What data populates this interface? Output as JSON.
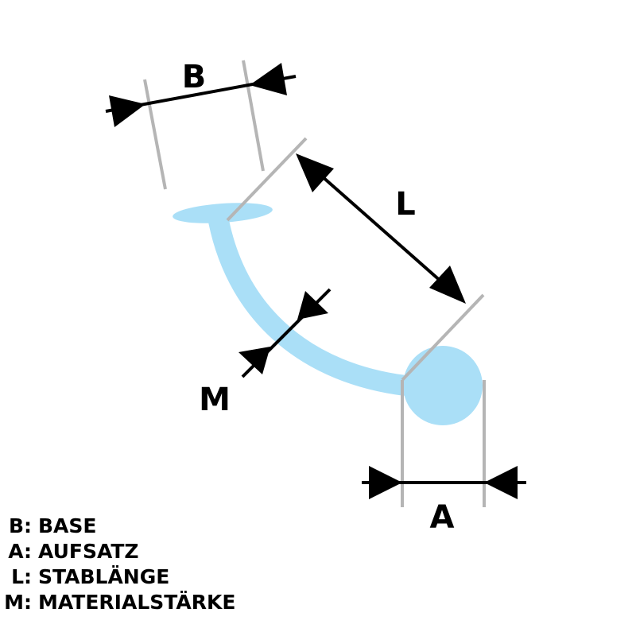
{
  "colors": {
    "piercing": "#aadff7",
    "extension_line": "#b5b5b5",
    "dimension_line": "#000000"
  },
  "dimensions": {
    "B": "B",
    "L": "L",
    "M": "M",
    "A": "A"
  },
  "legend": [
    {
      "key": "B:",
      "label": "BASE"
    },
    {
      "key": "A:",
      "label": "AUFSATZ"
    },
    {
      "key": "L:",
      "label": "STABLÄNGE"
    },
    {
      "key": "M:",
      "label": "MATERIALSTÄRKE"
    }
  ]
}
